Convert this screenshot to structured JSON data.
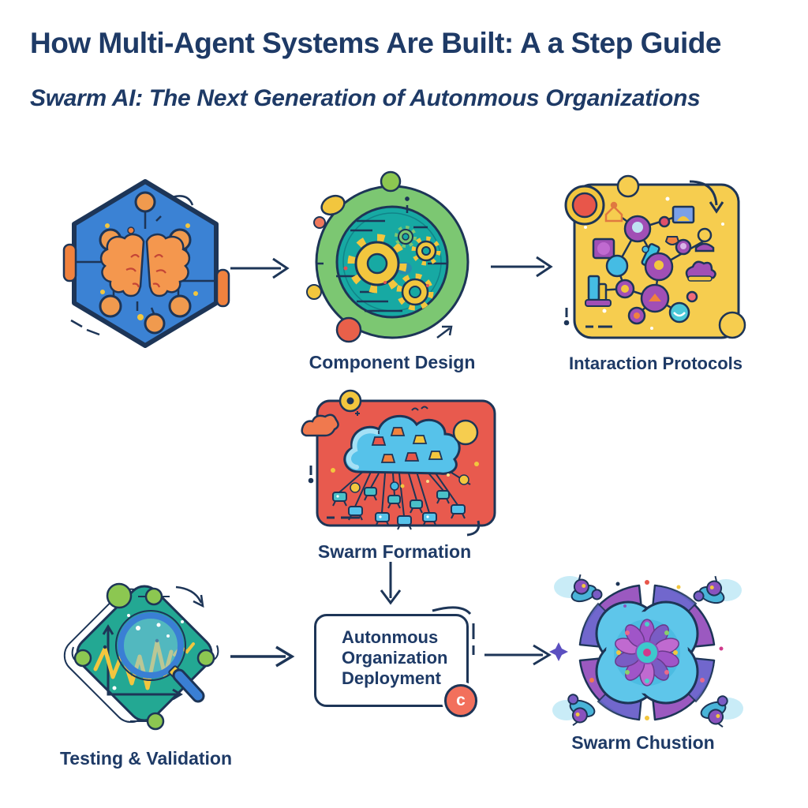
{
  "header": {
    "title": "How Multi-Agent Systems Are Built: A a Step Guide",
    "subtitle": "Swarm AI: The Next Generation of Autonmous Organizations"
  },
  "colors": {
    "ink_navy": "#1e3a66",
    "outline_navy": "#1d3557",
    "hexagon_blue": "#3b82d4",
    "brain_orange": "#f4974e",
    "tab_orange": "#f0823e",
    "ring_green": "#7cc772",
    "inner_teal": "#17a9a3",
    "gear_yellow": "#f2c63e",
    "square_yellow": "#f6cd4f",
    "node_purple": "#a14fb5",
    "node_blue": "#45bce4",
    "square_red": "#e85a4e",
    "cloud_blue": "#56c2ea",
    "diamond_teal": "#23a893",
    "leaf_green": "#8cc751",
    "glass_blue": "#3a7fd4",
    "mandala_blue": "#5ec6ea",
    "mandala_purple": "#9b59c0",
    "badge_coral": "#f2705c"
  },
  "steps": [
    {
      "id": "agent-core",
      "label": "",
      "icon": "brain-network-hexagon-icon"
    },
    {
      "id": "component-design",
      "label": "Component Design",
      "icon": "gears-circle-icon"
    },
    {
      "id": "interaction-protocols",
      "label": "Intaraction Protocols",
      "icon": "network-nodes-square-icon"
    },
    {
      "id": "swarm-formation",
      "label": "Swarm Formation",
      "icon": "cloud-robot-swarm-icon"
    },
    {
      "id": "testing-validation",
      "label": "Testing & Validation",
      "icon": "magnifier-graph-diamond-icon"
    },
    {
      "id": "deployment",
      "label": "Autonmous Organization Deployment",
      "lines": [
        "Autonmous",
        "Organization",
        "Deployment"
      ],
      "badge": "c"
    },
    {
      "id": "swarm-cohesion",
      "label": "Swarm Chustion",
      "icon": "swarm-mandala-icon"
    }
  ]
}
